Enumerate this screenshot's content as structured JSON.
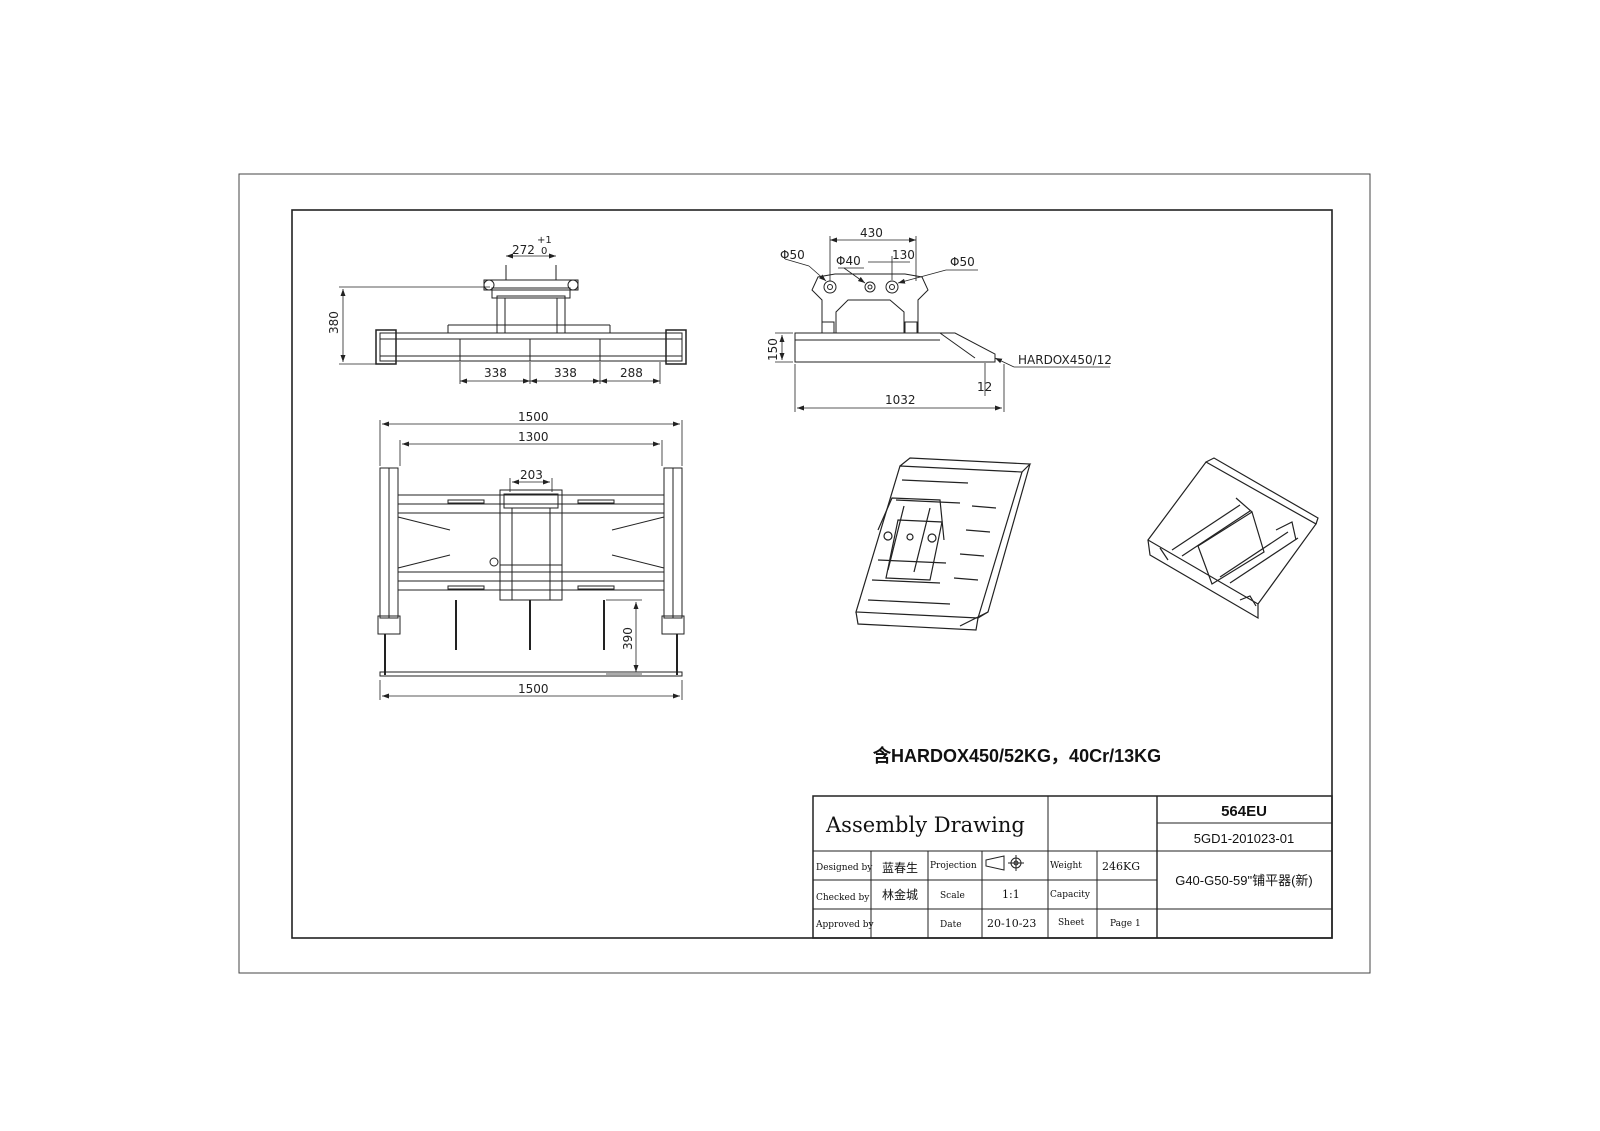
{
  "drawing": {
    "top_view_dims": {
      "d_272": "272",
      "tol_plus": "+1",
      "tol_zero": "0",
      "h_380": "380",
      "d_338a": "338",
      "d_338b": "338",
      "d_288": "288"
    },
    "side_view_dims": {
      "d_430": "430",
      "phi50_left": "Φ50",
      "phi40": "Φ40",
      "d_130": "130",
      "phi50_right": "Φ50",
      "h_150": "150",
      "material_label": "HARDOX450/12",
      "d_12": "12",
      "d_1032": "1032"
    },
    "plan_view_dims": {
      "w_1500_top": "1500",
      "w_1300": "1300",
      "w_203": "203",
      "h_390": "390",
      "w_1500_bottom": "1500"
    },
    "material_note": "含HARDOX450/52KG，40Cr/13KG"
  },
  "title_block": {
    "drawing_title": "Assembly Drawing",
    "model": "564EU",
    "drawing_number": "5GD1-201023-01",
    "part_name": "G40-G50-59\"铺平器(新)",
    "designed_by_label": "Designed by",
    "designed_by": "蓝春生",
    "checked_by_label": "Checked by",
    "checked_by": "林金城",
    "approved_by_label": "Approved by",
    "approved_by": "",
    "projection_label": "Projection",
    "scale_label": "Scale",
    "scale": "1:1",
    "date_label": "Date",
    "date": "20-10-23",
    "weight_label": "Weight",
    "weight": "246KG",
    "capacity_label": "Capacity",
    "capacity": "",
    "sheet_label": "Sheet",
    "sheet": "Page 1"
  }
}
